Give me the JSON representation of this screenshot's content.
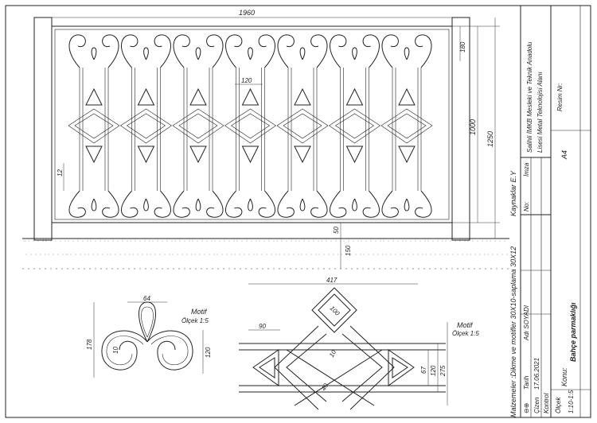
{
  "dimensions": {
    "width_total": "1960",
    "height_fence": "1000",
    "height_total": "1250",
    "top_scroll": "180",
    "bar_spacing": "120",
    "frame_bar": "12",
    "bottom_gap": "50",
    "foundation": "150"
  },
  "motif_left": {
    "title": "Motif",
    "scale": "Ölçek 1:5",
    "dim_width": "64",
    "dim_height": "178",
    "dim_radius": "10",
    "dim_right": "120"
  },
  "motif_right": {
    "title": "Motif",
    "scale": "Ölçek 1:5",
    "dim_width": "417",
    "dim_left": "90",
    "dim_square": "100",
    "dim_bar": "10",
    "dim_tri": "40",
    "dim_h1": "67",
    "dim_h2": "120",
    "dim_h3": "275"
  },
  "title_block": {
    "materials": "Malzemeler :Dikme ve motifler 30X10-saplama 30X12",
    "sources": "Kaynaklar E.Y",
    "projection_symbol": "⊖⊕",
    "col_date": "Tarih",
    "col_name": "Adı SOYADI",
    "col_no": "No:",
    "col_sign": "İmza",
    "row_drawn": "Çizen",
    "row_control": "Kontrol",
    "date": "17.06.2021",
    "scale_label": "Ölçek",
    "scale_value": "1:10-1:5",
    "subject_label": "Konu:",
    "subject": "Bahçe parmaklığı",
    "school_line1": "Salihli İMKB Mesleki ve Teknik Anadolu",
    "school_line2": "Lisesi Metal Teknolojisi Alanı",
    "paper": "A4",
    "drawing_no_label": "Resim Nr:"
  }
}
